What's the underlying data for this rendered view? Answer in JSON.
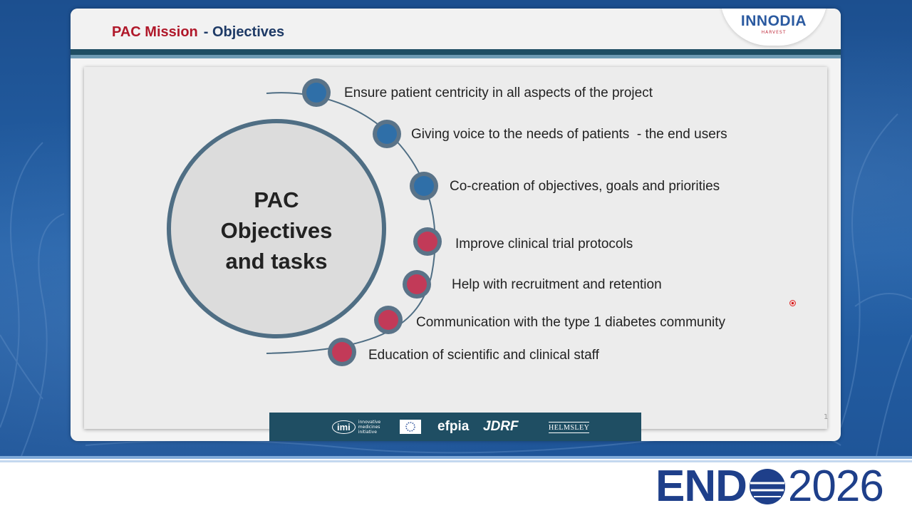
{
  "slide": {
    "title": "PAC Mission",
    "subtitle": "- Objectives",
    "page_number": "1"
  },
  "brand": {
    "innodia_name": "INNODIA",
    "innodia_sub": "HARVEST",
    "endo_word": "END",
    "endo_year": "2026"
  },
  "diagram": {
    "center": [
      "PAC",
      "Objectives",
      "and tasks"
    ],
    "objectives": [
      {
        "text": "Ensure patient centricity in all aspects of the project",
        "group": "blue"
      },
      {
        "text": "Giving voice to the needs of patients  - the end users",
        "group": "blue"
      },
      {
        "text": "Co-creation of objectives, goals and priorities",
        "group": "blue"
      },
      {
        "text": "Improve clinical trial protocols",
        "group": "red"
      },
      {
        "text": "Help with recruitment and retention",
        "group": "red"
      },
      {
        "text": "Communication with the type 1 diabetes community",
        "group": "red"
      },
      {
        "text": "Education of scientific and clinical staff",
        "group": "red"
      }
    ]
  },
  "sponsors": {
    "imi": "imi",
    "imi_tagline": "innovative medicines initiative",
    "efpia": "efpia",
    "jdrf": "JDRF",
    "helmsley": "HELMSLEY"
  },
  "colors": {
    "blue_node": "#2f6fa8",
    "red_node": "#c23a58",
    "ring": "#4f6e84",
    "title_red": "#b0182a",
    "title_navy": "#1e3a66"
  }
}
